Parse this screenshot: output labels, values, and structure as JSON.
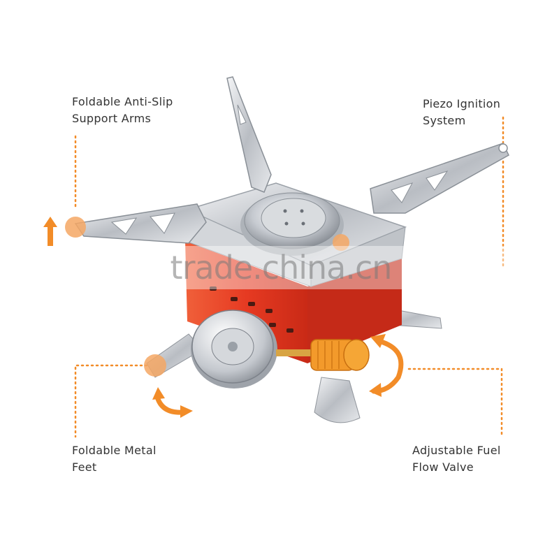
{
  "callouts": {
    "support_arms": {
      "line1": "Foldable Anti-Slip",
      "line2": "Support Arms"
    },
    "piezo": {
      "line1": "Piezo Ignition",
      "line2": "System"
    },
    "feet": {
      "line1": "Foldable Metal",
      "line2": "Feet"
    },
    "valve": {
      "line1": "Adjustable Fuel",
      "line2": "Flow Valve"
    }
  },
  "watermark": "trade.china.cn",
  "colors": {
    "accent": "#f28c28",
    "body_red": "#e8402a",
    "steel": "#c9ccd1"
  }
}
